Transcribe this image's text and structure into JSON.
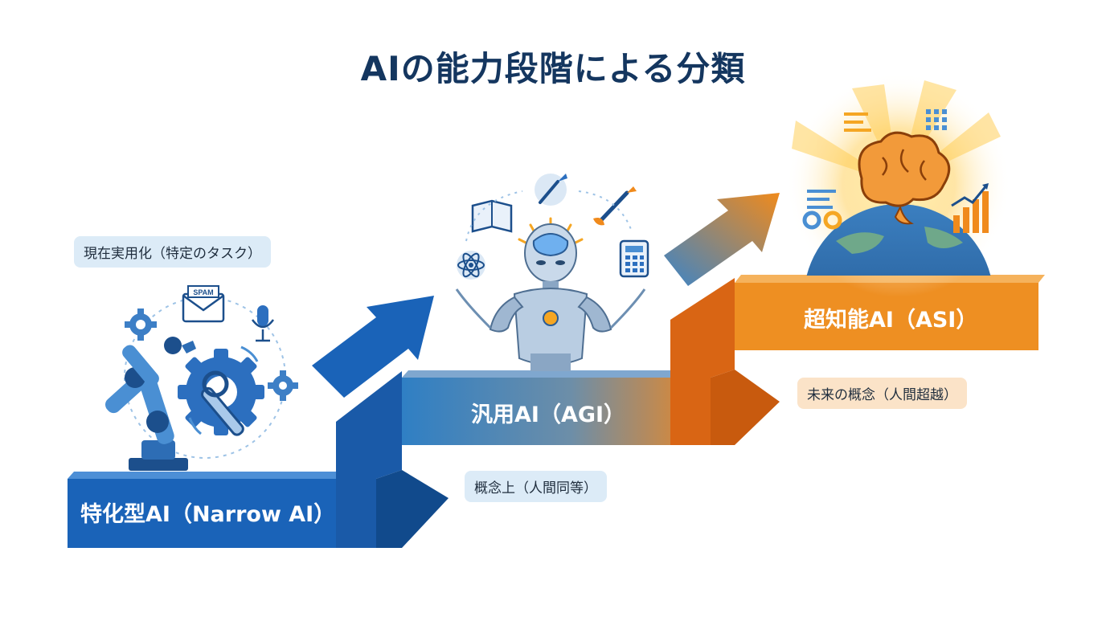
{
  "title": "AIの能力段階による分類",
  "stages": [
    {
      "label": "特化型AI（Narrow AI）",
      "note": "現在実用化（特定のタスク）",
      "color": "#1a63b8"
    },
    {
      "label": "汎用AI（AGI）",
      "note": "概念上（人間同等）",
      "color": "#3d86c6"
    },
    {
      "label": "超知能AI（ASI）",
      "note": "未来の概念（人間超越）",
      "color": "#ee8f22"
    }
  ],
  "icons": {
    "spam_label": "SPAM"
  },
  "colors": {
    "navy_title": "#14365f",
    "blue": "#1a63b8",
    "orange": "#ee8f22"
  }
}
